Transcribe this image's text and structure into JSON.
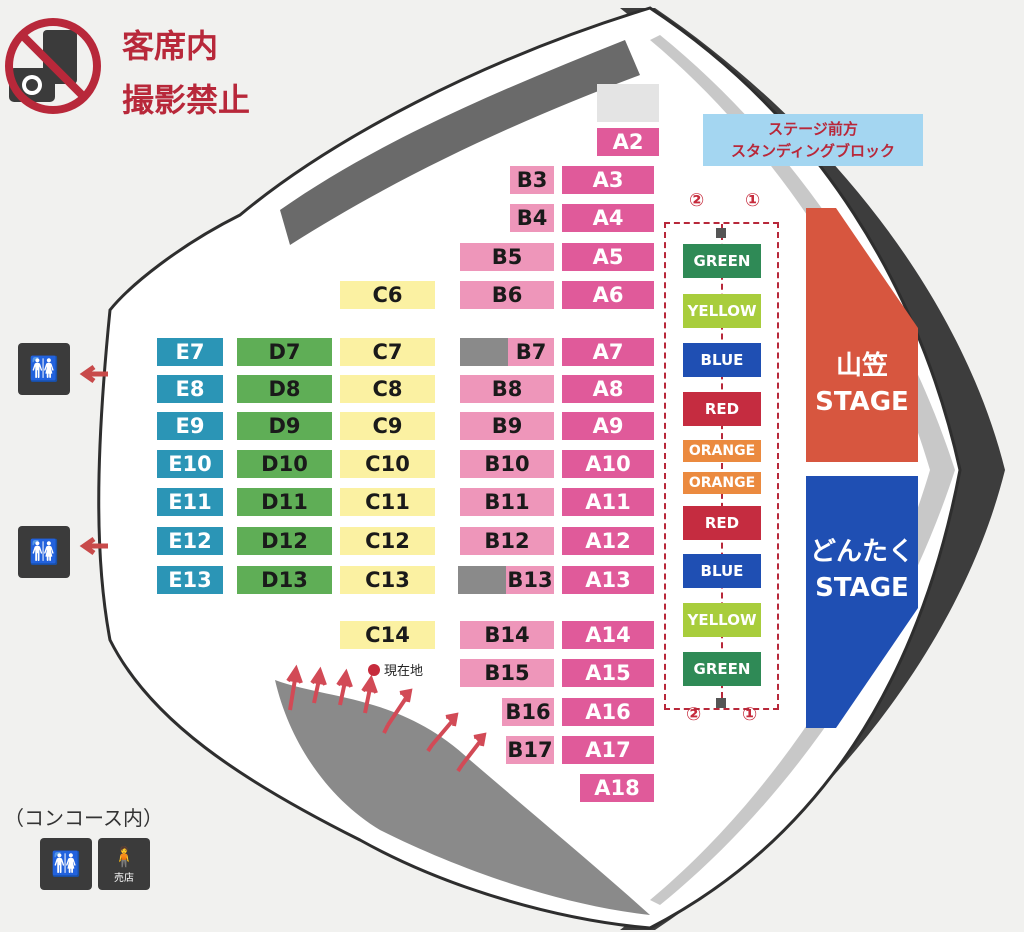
{
  "notice": {
    "line1": "客席内",
    "line2": "撮影禁止"
  },
  "standing_label": {
    "line1": "ステージ前方",
    "line2": "スタンディングブロック"
  },
  "concourse_label": "（コンコース内）",
  "shop_label": "売店",
  "current_location": "現在地",
  "gate_top": [
    "②",
    "①"
  ],
  "gate_bottom": [
    "②",
    "①"
  ],
  "stages": {
    "yamakasa": {
      "line1": "山笠",
      "line2": "STAGE",
      "color": "#d7563f"
    },
    "dontaku": {
      "line1": "どんたく",
      "line2": "STAGE",
      "color": "#1f4fb3"
    }
  },
  "standing_blocks": [
    {
      "label": "GREEN",
      "color": "#2f8a56"
    },
    {
      "label": "YELLOW",
      "color": "#a8cd3c"
    },
    {
      "label": "BLUE",
      "color": "#1f4fb3"
    },
    {
      "label": "RED",
      "color": "#c52c40"
    },
    {
      "label": "ORANGE",
      "color": "#eb8a3f"
    },
    {
      "label": "ORANGE",
      "color": "#eb8a3f"
    },
    {
      "label": "RED",
      "color": "#c52c40"
    },
    {
      "label": "BLUE",
      "color": "#1f4fb3"
    },
    {
      "label": "YELLOW",
      "color": "#a8cd3c"
    },
    {
      "label": "GREEN",
      "color": "#2f8a56"
    }
  ],
  "blocks": {
    "A": [
      "A2",
      "A3",
      "A4",
      "A5",
      "A6",
      "A7",
      "A8",
      "A9",
      "A10",
      "A11",
      "A12",
      "A13",
      "A14",
      "A15",
      "A16",
      "A17",
      "A18"
    ],
    "B": [
      "B3",
      "B4",
      "B5",
      "B6",
      "B7",
      "B8",
      "B9",
      "B10",
      "B11",
      "B12",
      "B13",
      "B14",
      "B15",
      "B16",
      "B17"
    ],
    "C": [
      "C6",
      "C7",
      "C8",
      "C9",
      "C10",
      "C11",
      "C12",
      "C13",
      "C14"
    ],
    "D": [
      "D7",
      "D8",
      "D9",
      "D10",
      "D11",
      "D12",
      "D13"
    ],
    "E": [
      "E7",
      "E8",
      "E9",
      "E10",
      "E11",
      "E12",
      "E13"
    ]
  },
  "colors": {
    "A": "#e05a9a",
    "B": "#ee96ba",
    "C": "#fbf1a2",
    "D": "#5fae56",
    "E": "#2b95b6",
    "accent": "#b8283a"
  }
}
